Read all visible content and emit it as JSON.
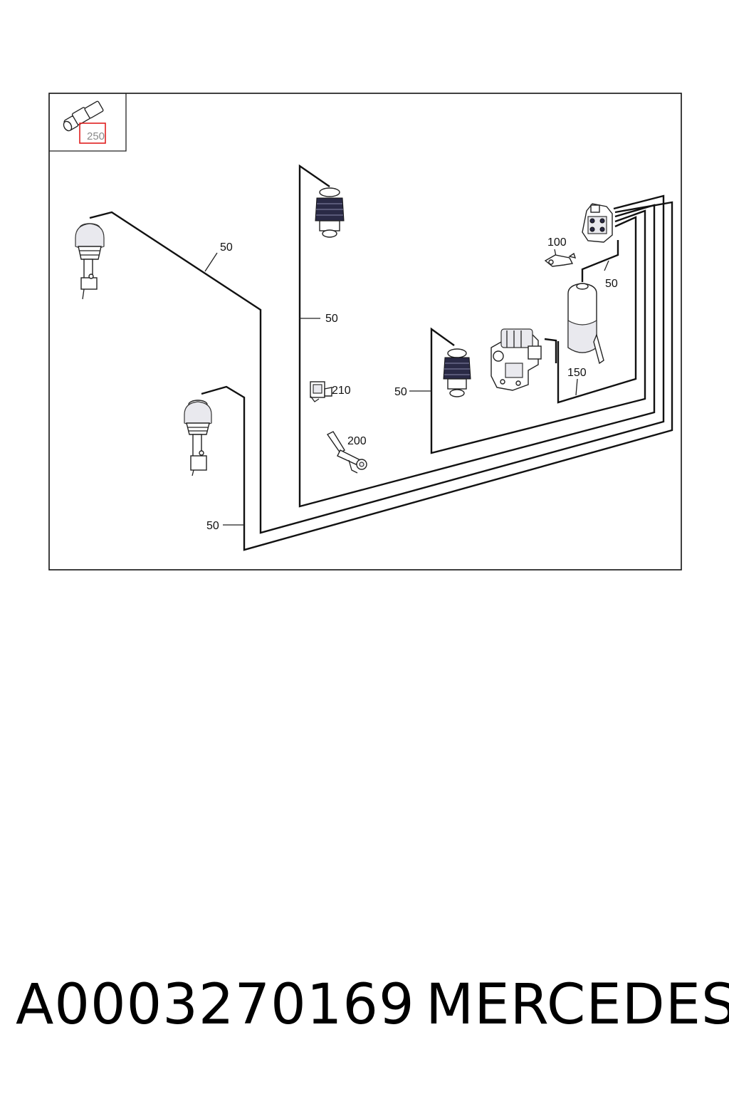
{
  "diagram": {
    "inset": {
      "label": "250"
    },
    "callouts": {
      "line_front_left": "50",
      "line_rear_left": "50",
      "line_front_right": "50",
      "line_rear_right": "50",
      "line_valve_block": "50",
      "valve_block_bracket": "100",
      "reservoir": "150",
      "bracket_210": "210",
      "level_sensor": "200"
    },
    "colors": {
      "inset_highlight": "#e02020",
      "lines": "#111111"
    }
  },
  "footer": {
    "part_number": "A0003270169",
    "brand": "MERCEDES"
  }
}
